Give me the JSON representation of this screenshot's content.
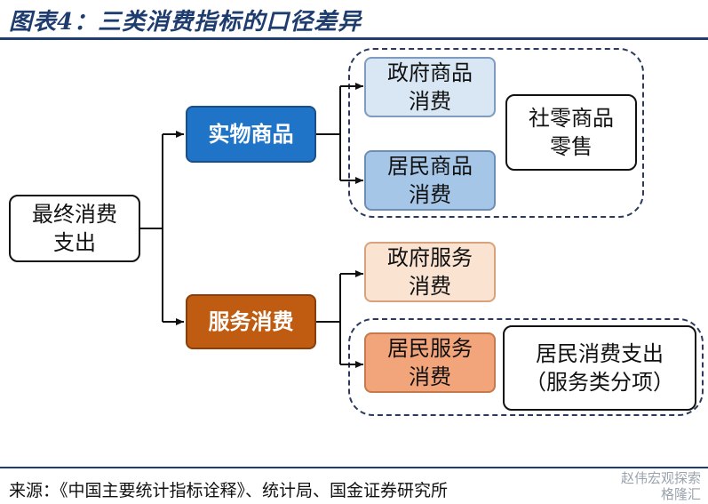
{
  "title": "图表4：三类消费指标的口径差异",
  "nodes": {
    "final": "最终消费\n支出",
    "goods": "实物商品",
    "services": "服务消费",
    "gov_goods": "政府商品\n消费",
    "res_goods": "居民商品\n消费",
    "retail": "社零商品\n零售",
    "gov_services": "政府服务\n消费",
    "res_services": "居民服务\n消费",
    "res_spending": "居民消费支出\n（服务类分项）"
  },
  "source": "来源：《中国主要统计指标诠释》、统计局、国金证券研究所",
  "watermark": "赵伟宏观探索\n格隆汇"
}
